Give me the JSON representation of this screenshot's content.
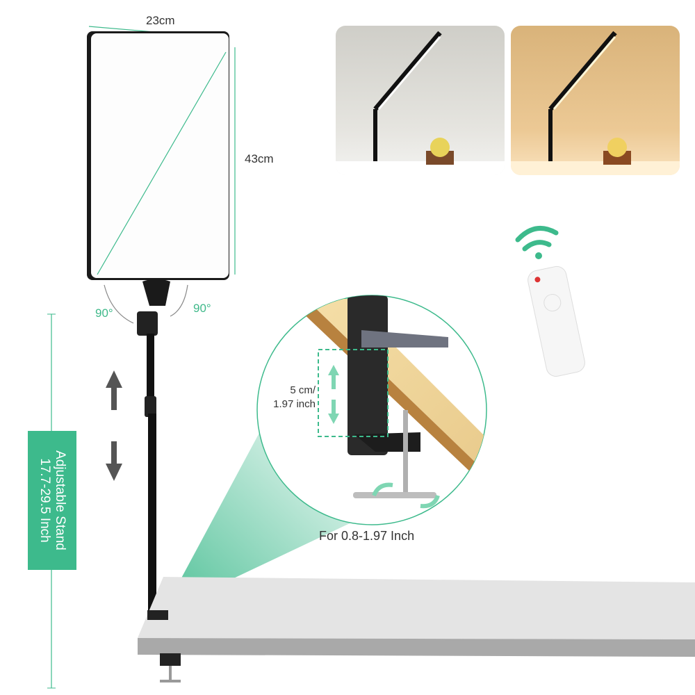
{
  "panel": {
    "width_label": "23cm",
    "height_label": "43cm",
    "tilt_left": "90°",
    "tilt_right": "90°"
  },
  "stand": {
    "label_line1": "Adjustable Stand",
    "label_line2": "17.7-29.5 Inch"
  },
  "clamp": {
    "opening_line1": "5 cm/",
    "opening_line2": "1.97 inch",
    "range_caption": "For 0.8-1.97 Inch"
  },
  "photos": [
    {
      "name": "cool-light-demo"
    },
    {
      "name": "warm-light-demo"
    }
  ],
  "colors": {
    "accent": "#3dba8c",
    "warm_bg": "#e9c48e",
    "cool_bg": "#c9c8c2",
    "table": "#d6d6d6"
  }
}
